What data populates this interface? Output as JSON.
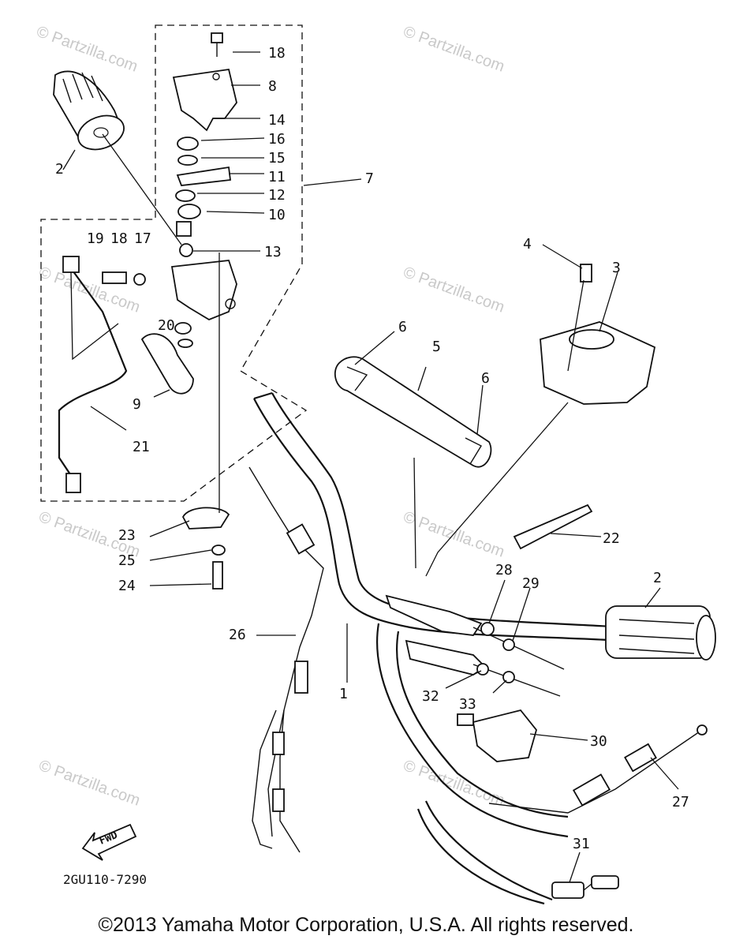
{
  "watermark": "© Partzilla.com",
  "diagram_code": "2GU110-7290",
  "fwd_label": "FWD",
  "copyright": "©2013 Yamaha Motor Corporation, U.S.A. All rights reserved.",
  "callouts": {
    "c1": "1",
    "c2a": "2",
    "c2b": "2",
    "c3": "3",
    "c4": "4",
    "c5": "5",
    "c6a": "6",
    "c6b": "6",
    "c7": "7",
    "c8": "8",
    "c9": "9",
    "c10": "10",
    "c11": "11",
    "c12": "12",
    "c13": "13",
    "c14": "14",
    "c15": "15",
    "c16": "16",
    "c17": "17",
    "c18a": "18",
    "c18b": "18",
    "c19": "19",
    "c20": "20",
    "c21": "21",
    "c22": "22",
    "c23": "23",
    "c24": "24",
    "c25": "25",
    "c26": "26",
    "c27": "27",
    "c28": "28",
    "c29": "29",
    "c30": "30",
    "c31": "31",
    "c32": "32",
    "c33": "33"
  }
}
